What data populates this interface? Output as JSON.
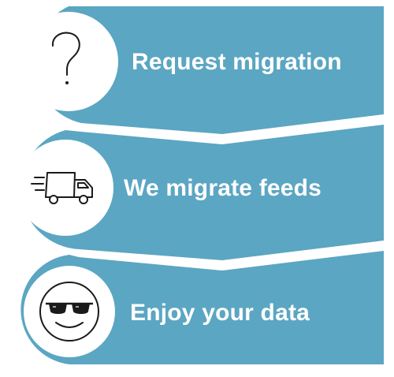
{
  "colors": {
    "panel": "#5ba6c2",
    "circle_fill": "#ffffff",
    "icon_stroke": "#1a1a1a",
    "label_text": "#ffffff"
  },
  "steps": [
    {
      "label": "Request migration",
      "icon": "question-mark-icon"
    },
    {
      "label": "We migrate feeds",
      "icon": "delivery-truck-icon"
    },
    {
      "label": "Enjoy your data",
      "icon": "sunglasses-smiley-icon"
    }
  ]
}
